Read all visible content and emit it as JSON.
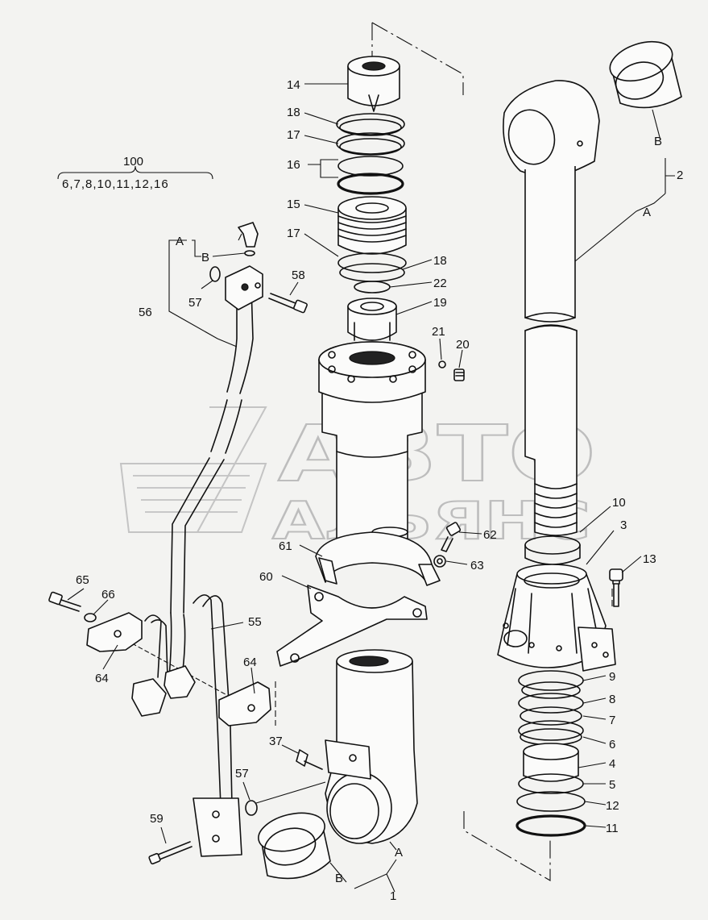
{
  "kit": {
    "number": "100",
    "contents": "6,7,8,10,11,12,16"
  },
  "watermark": {
    "line1": "АВТО",
    "line2": "АЛЬЯНС"
  },
  "labels": [
    {
      "id": "l14",
      "text": "14"
    },
    {
      "id": "l18a",
      "text": "18"
    },
    {
      "id": "l17a",
      "text": "17"
    },
    {
      "id": "l16",
      "text": "16"
    },
    {
      "id": "l15",
      "text": "15"
    },
    {
      "id": "l17b",
      "text": "17"
    },
    {
      "id": "l18b",
      "text": "18"
    },
    {
      "id": "l22",
      "text": "22"
    },
    {
      "id": "l19",
      "text": "19"
    },
    {
      "id": "l21",
      "text": "21"
    },
    {
      "id": "l20",
      "text": "20"
    },
    {
      "id": "lB2",
      "text": "B"
    },
    {
      "id": "l2",
      "text": "2"
    },
    {
      "id": "lA2",
      "text": "A"
    },
    {
      "id": "lA56",
      "text": "A"
    },
    {
      "id": "lB56",
      "text": "B"
    },
    {
      "id": "l57a",
      "text": "57"
    },
    {
      "id": "l58",
      "text": "58"
    },
    {
      "id": "l56",
      "text": "56"
    },
    {
      "id": "l10",
      "text": "10"
    },
    {
      "id": "l3",
      "text": "3"
    },
    {
      "id": "l13",
      "text": "13"
    },
    {
      "id": "l62",
      "text": "62"
    },
    {
      "id": "l63",
      "text": "63"
    },
    {
      "id": "l61",
      "text": "61"
    },
    {
      "id": "l60",
      "text": "60"
    },
    {
      "id": "l65",
      "text": "65"
    },
    {
      "id": "l66",
      "text": "66"
    },
    {
      "id": "l55",
      "text": "55"
    },
    {
      "id": "l64a",
      "text": "64"
    },
    {
      "id": "l64b",
      "text": "64"
    },
    {
      "id": "l9",
      "text": "9"
    },
    {
      "id": "l8",
      "text": "8"
    },
    {
      "id": "l7",
      "text": "7"
    },
    {
      "id": "l6",
      "text": "6"
    },
    {
      "id": "l4",
      "text": "4"
    },
    {
      "id": "l5",
      "text": "5"
    },
    {
      "id": "l12",
      "text": "12"
    },
    {
      "id": "l11",
      "text": "11"
    },
    {
      "id": "l37",
      "text": "37"
    },
    {
      "id": "l57b",
      "text": "57"
    },
    {
      "id": "l59",
      "text": "59"
    },
    {
      "id": "lA1",
      "text": "A"
    },
    {
      "id": "lB1",
      "text": "B"
    },
    {
      "id": "l1",
      "text": "1"
    }
  ]
}
